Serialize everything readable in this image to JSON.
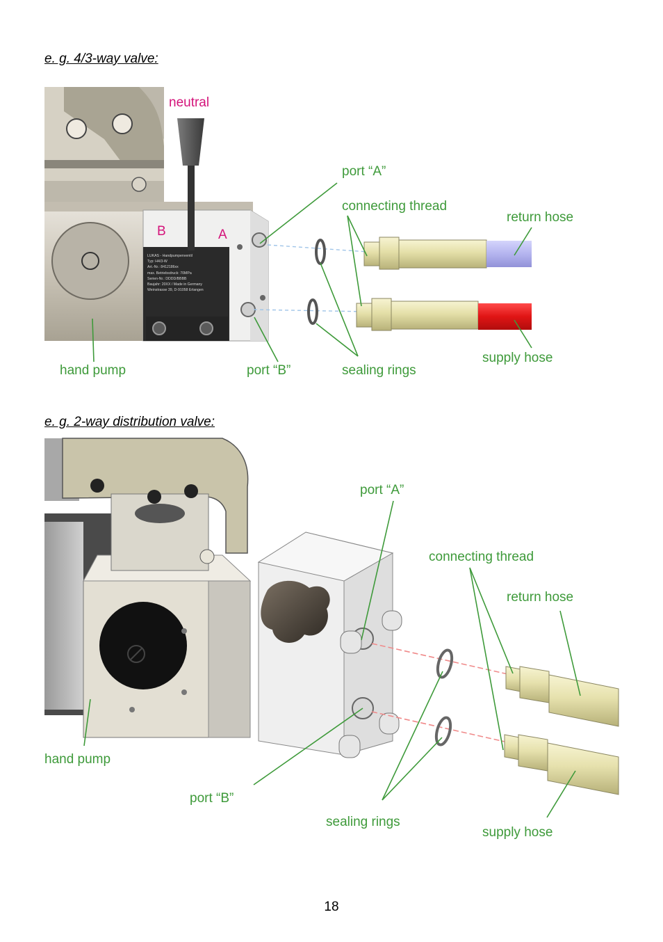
{
  "sections": [
    {
      "heading": "e. g. 4/3-way valve:",
      "labels": {
        "neutral": "neutral",
        "port_b_letter": "B",
        "port_a_letter": "A",
        "port_a": "port “A”",
        "connecting_thread": "connecting thread",
        "return_hose": "return hose",
        "supply_hose": "supply hose",
        "hand_pump": "hand pump",
        "port_b": "port “B”",
        "sealing_rings": "sealing rings"
      },
      "nameplate": [
        "LUKAS - Handpumpenventil",
        "Typ: H4/3-W",
        "Art.-Nr.: 8412186xx",
        "max. Betriebsdruck: 70MPa",
        "Serien-Nr.: DDDD/BBBB",
        "Baujahr: 20XX / Made in Germany",
        "Weinstrasse 39, D-91058 Erlangen"
      ]
    },
    {
      "heading": "e. g. 2-way distribution valve:",
      "labels": {
        "port_a": "port “A”",
        "connecting_thread": "connecting thread",
        "return_hose": "return hose",
        "hand_pump": "hand pump",
        "port_b": "port “B”",
        "sealing_rings": "sealing rings",
        "supply_hose": "supply hose"
      }
    }
  ],
  "colors": {
    "label_green": "#3e9a3a",
    "accent_magenta": "#d4137a",
    "return_hose_top": "#b4b4ef",
    "supply_hose_top": "#e01515"
  },
  "page_number": "18"
}
